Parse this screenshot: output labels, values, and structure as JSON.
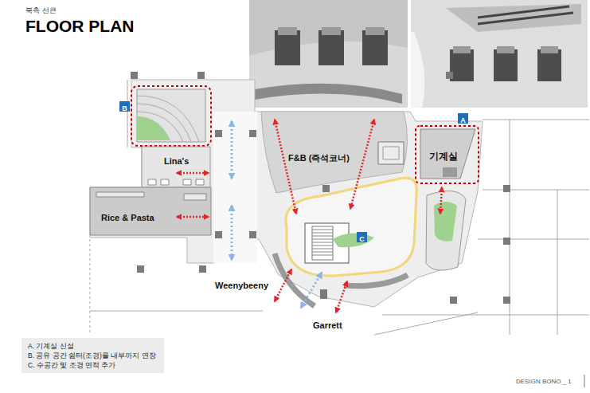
{
  "diagram": {
    "title": "FLOOR PLAN",
    "nodes": [
      {
        "text": [
          "B"
        ]
      },
      {
        "text": [
          "A"
        ]
      },
      {
        "text": [
          "기계실"
        ]
      },
      {
        "text": [
          "F&B (즉석코너)"
        ]
      },
      {
        "text": [
          "Lina's"
        ]
      },
      {
        "text": [
          "Rice & Pasta"
        ]
      },
      {
        "text": [
          "C"
        ]
      },
      {
        "text": [
          "A. 기계실 신설",
          "B. 공유 공간 쉼터(조경)를 내부까지 연장",
          "C. 수공간 및 조경 면적 추가"
        ]
      }
    ],
    "labels": [
      "북측 선큰",
      "Weenybeeny",
      "Garrett",
      "DESIGN BONO _ 1"
    ]
  }
}
